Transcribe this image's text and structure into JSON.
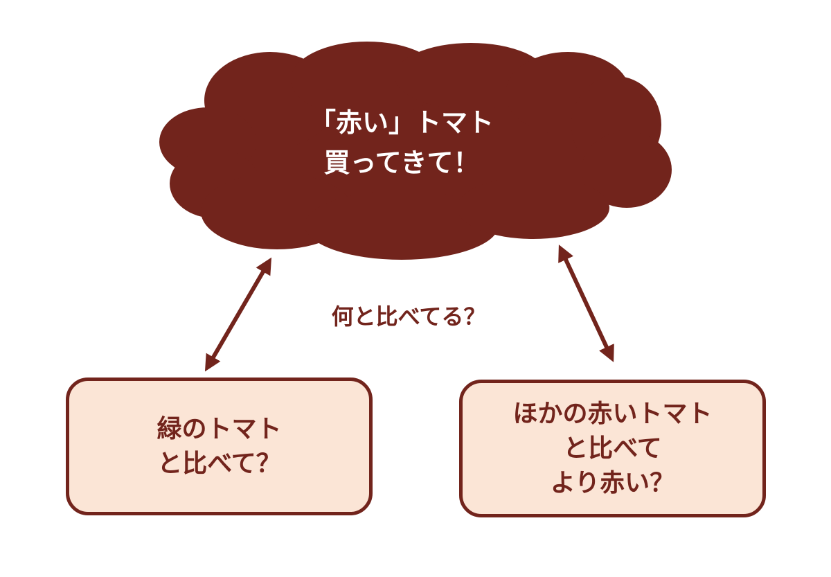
{
  "colors": {
    "primary": "#72241c",
    "box_fill": "#fbe5d6",
    "text_on_cloud": "#ffffff"
  },
  "cloud": {
    "lines": [
      "「赤い」トマト",
      "買ってきて！"
    ]
  },
  "question": "何と比べてる？",
  "left_box": {
    "lines": [
      "緑のトマト",
      "と比べて？"
    ]
  },
  "right_box": {
    "lines": [
      "ほかの赤いトマト",
      "と比べて",
      "より赤い？"
    ]
  }
}
